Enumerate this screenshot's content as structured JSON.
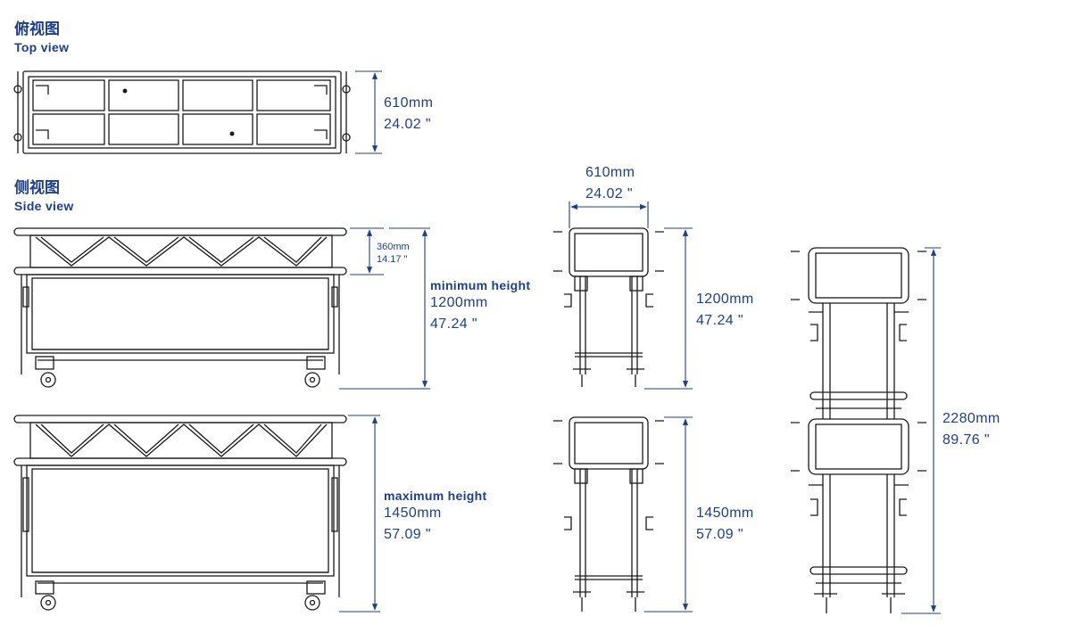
{
  "headings": {
    "top_cn": "俯视图",
    "top_en": "Top view",
    "side_cn": "侧视图",
    "side_en": "Side view"
  },
  "dimensions": {
    "top_depth": {
      "mm": "610mm",
      "in": "24.02 \""
    },
    "front_width": {
      "mm": "610mm",
      "in": "24.02 \""
    },
    "truss_height": {
      "mm": "360mm",
      "in": "14.17 \""
    },
    "minimum": {
      "label": "minimum height",
      "mm": "1200mm",
      "in": "47.24 \""
    },
    "maximum": {
      "label": "maximum height",
      "mm": "1450mm",
      "in": "57.09 \""
    },
    "end_min": {
      "mm": "1200mm",
      "in": "47.24 \""
    },
    "end_max": {
      "mm": "1450mm",
      "in": "57.09 \""
    },
    "stacked": {
      "mm": "2280mm",
      "in": "89.76 \""
    }
  },
  "colors": {
    "dimension": "#1e3f8a",
    "drawing": "#1a1a1a"
  }
}
